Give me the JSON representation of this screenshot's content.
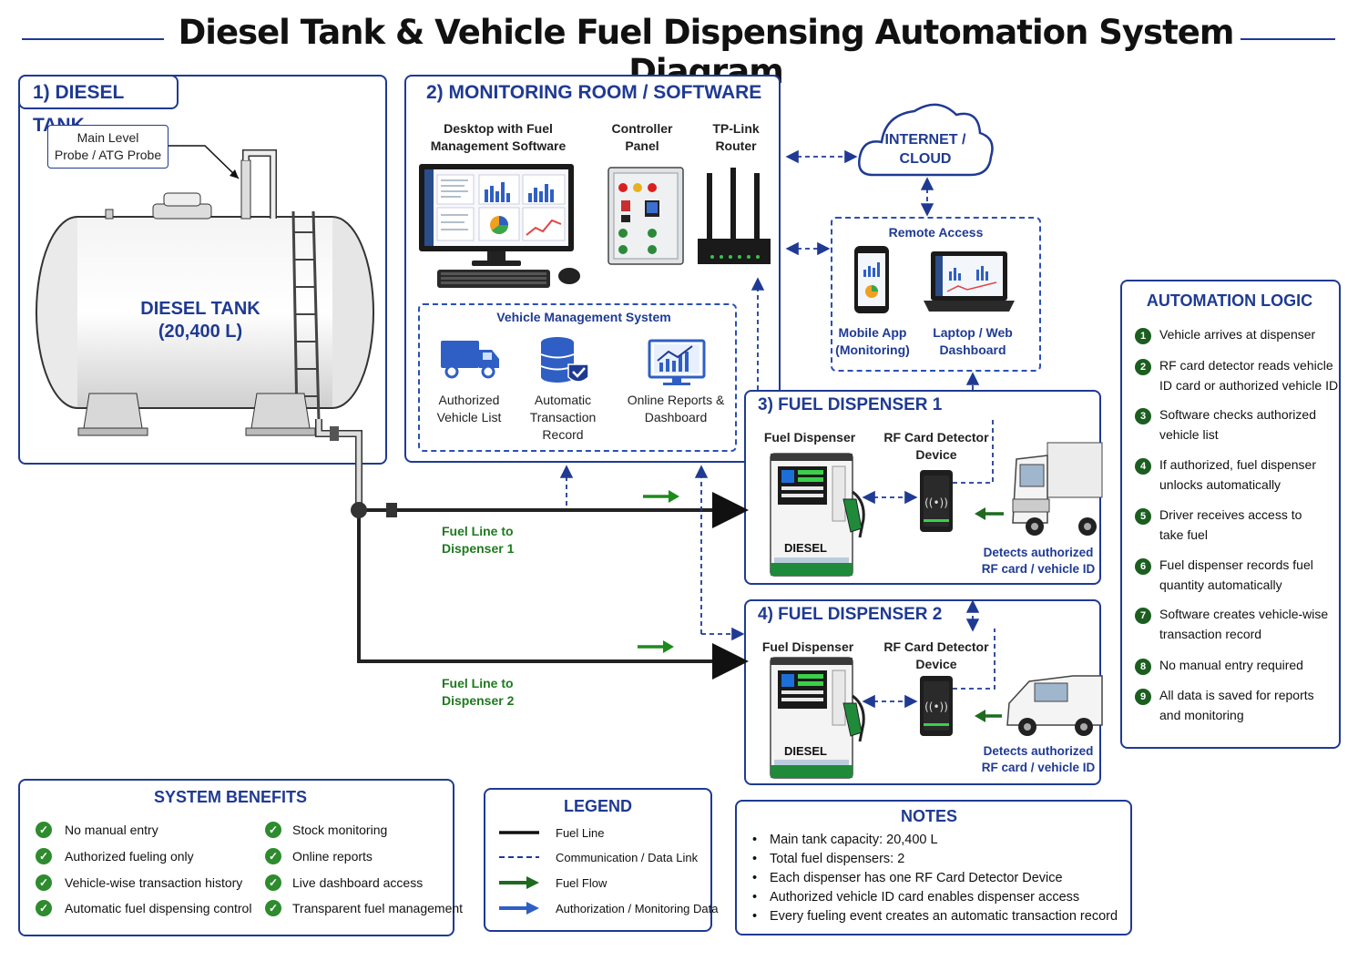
{
  "title": "Diesel Tank & Vehicle Fuel Dispensing Automation System Diagram",
  "tank_section": {
    "header": "1) DIESEL TANK",
    "probe_label": [
      "Main Level",
      "Probe / ATG Probe"
    ],
    "tank_label": [
      "DIESEL TANK",
      "(20,400 L)"
    ]
  },
  "monitoring": {
    "header": "2) MONITORING ROOM / SOFTWARE",
    "desktop_label": [
      "Desktop with Fuel",
      "Management Software"
    ],
    "controller_label": [
      "Controller",
      "Panel"
    ],
    "router_label": [
      "TP-Link",
      "Router"
    ],
    "vms": {
      "title": "Vehicle Management System",
      "items": [
        [
          "Authorized",
          "Vehicle List"
        ],
        [
          "Automatic",
          "Transaction",
          "Record"
        ],
        [
          "Online Reports &",
          "Dashboard"
        ]
      ]
    }
  },
  "cloud": [
    "INTERNET /",
    "CLOUD"
  ],
  "remote": {
    "title": "Remote Access",
    "mobile": [
      "Mobile App",
      "(Monitoring)"
    ],
    "laptop": [
      "Laptop / Web",
      "Dashboard"
    ]
  },
  "dispenser1": {
    "header": "3) FUEL DISPENSER 1",
    "dispenser_label": "Fuel Dispenser",
    "rf_label": [
      "RF Card Detector",
      "Device"
    ],
    "pump_text": "DIESEL",
    "detects": [
      "Detects authorized",
      "RF card / vehicle ID"
    ]
  },
  "dispenser2": {
    "header": "4) FUEL DISPENSER 2",
    "dispenser_label": "Fuel Dispenser",
    "rf_label": [
      "RF Card Detector",
      "Device"
    ],
    "pump_text": "DIESEL",
    "detects": [
      "Detects authorized",
      "RF card / vehicle ID"
    ]
  },
  "fuel_lines": {
    "line1": [
      "Fuel Line to",
      "Dispenser 1"
    ],
    "line2": [
      "Fuel Line to",
      "Dispenser 2"
    ]
  },
  "automation": {
    "title": "AUTOMATION LOGIC",
    "steps": [
      [
        "Vehicle arrives at dispenser"
      ],
      [
        "RF card detector reads vehicle",
        "ID card or authorized vehicle ID"
      ],
      [
        "Software checks authorized",
        "vehicle list"
      ],
      [
        "If authorized, fuel dispenser",
        "unlocks automatically"
      ],
      [
        "Driver receives access to",
        "take fuel"
      ],
      [
        "Fuel dispenser records fuel",
        "quantity automatically"
      ],
      [
        "Software creates vehicle-wise",
        "transaction record"
      ],
      [
        "No manual entry required"
      ],
      [
        "All data is saved for reports",
        "and monitoring"
      ]
    ]
  },
  "benefits": {
    "title": "SYSTEM BENEFITS",
    "left": [
      "No manual entry",
      "Authorized fueling only",
      "Vehicle-wise transaction history",
      "Automatic fuel dispensing control"
    ],
    "right": [
      "Stock monitoring",
      "Online reports",
      "Live dashboard access",
      "Transparent fuel management"
    ]
  },
  "legend": {
    "title": "LEGEND",
    "items": [
      "Fuel Line",
      "Communication / Data Link",
      "Fuel Flow",
      "Authorization / Monitoring Data"
    ]
  },
  "notes": {
    "title": "NOTES",
    "items": [
      "Main tank capacity: 20,400 L",
      "Total fuel dispensers: 2",
      "Each dispenser has one RF Card Detector Device",
      "Authorized vehicle ID card enables dispenser access",
      "Every fueling event creates an automatic transaction record"
    ]
  },
  "colors": {
    "primary": "#1f3a93",
    "green": "#1e7a1e",
    "dark": "#111111"
  }
}
